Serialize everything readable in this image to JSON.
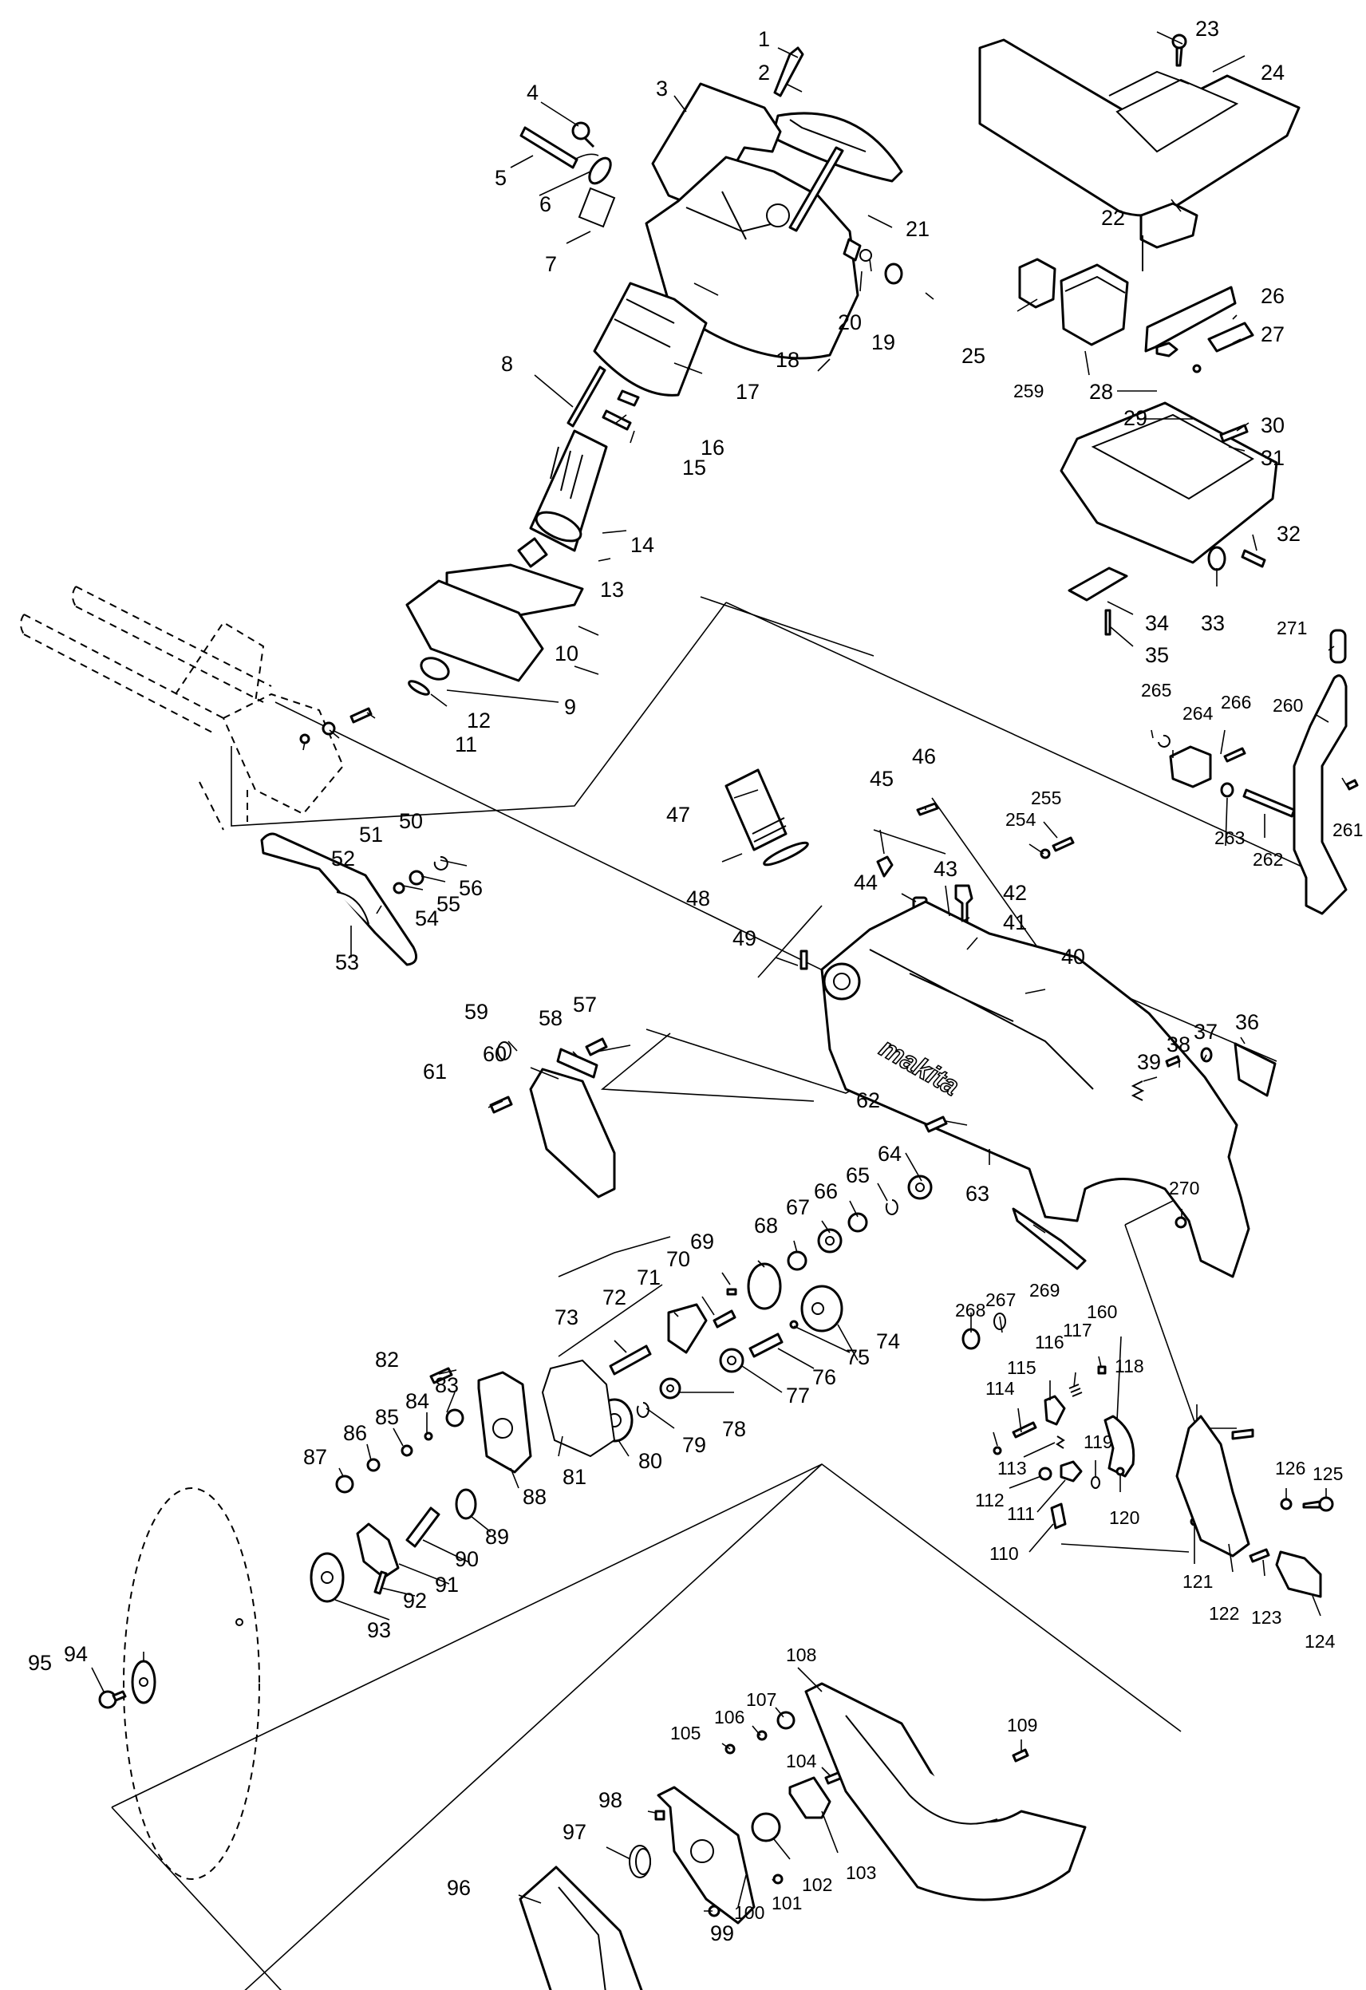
{
  "diagram": {
    "title": "Exploded parts diagram - slide compound miter saw",
    "brand_mark": "makita",
    "background": "#ffffff",
    "line_color": "#000000",
    "parts": [
      "1",
      "2",
      "3",
      "4",
      "5",
      "6",
      "7",
      "8",
      "9",
      "10",
      "11",
      "12",
      "13",
      "14",
      "15",
      "16",
      "17",
      "18",
      "19",
      "20",
      "21",
      "22",
      "23",
      "24",
      "25",
      "26",
      "27",
      "28",
      "29",
      "30",
      "31",
      "32",
      "33",
      "34",
      "35",
      "36",
      "37",
      "38",
      "39",
      "40",
      "41",
      "42",
      "43",
      "44",
      "45",
      "46",
      "47",
      "48",
      "49",
      "50",
      "51",
      "52",
      "53",
      "54",
      "55",
      "56",
      "57",
      "58",
      "59",
      "60",
      "61",
      "62",
      "63",
      "64",
      "65",
      "66",
      "67",
      "68",
      "69",
      "70",
      "71",
      "72",
      "73",
      "74",
      "75",
      "76",
      "77",
      "78",
      "79",
      "80",
      "81",
      "82",
      "83",
      "84",
      "85",
      "86",
      "87",
      "88",
      "89",
      "90",
      "91",
      "92",
      "93",
      "94",
      "95",
      "96",
      "97",
      "98",
      "99",
      "100",
      "101",
      "102",
      "103",
      "104",
      "105",
      "106",
      "107",
      "108",
      "109",
      "110",
      "111",
      "112",
      "113",
      "114",
      "115",
      "116",
      "117",
      "118",
      "119",
      "120",
      "121",
      "122",
      "123",
      "124",
      "125",
      "126",
      "160",
      "254",
      "255",
      "259",
      "260",
      "261",
      "262",
      "263",
      "264",
      "265",
      "266",
      "267",
      "268",
      "269",
      "270",
      "271"
    ],
    "labels": {
      "p1": "1",
      "p2": "2",
      "p3": "3",
      "p4": "4",
      "p5": "5",
      "p6": "6",
      "p7": "7",
      "p8": "8",
      "p9": "9",
      "p10": "10",
      "p11": "11",
      "p12": "12",
      "p13": "13",
      "p14": "14",
      "p15": "15",
      "p16": "16",
      "p17": "17",
      "p18": "18",
      "p19": "19",
      "p20": "20",
      "p21": "21",
      "p22": "22",
      "p23": "23",
      "p24": "24",
      "p25": "25",
      "p26": "26",
      "p27": "27",
      "p28": "28",
      "p29": "29",
      "p30": "30",
      "p31": "31",
      "p32": "32",
      "p33": "33",
      "p34": "34",
      "p35": "35",
      "p36": "36",
      "p37": "37",
      "p38": "38",
      "p39": "39",
      "p40": "40",
      "p41": "41",
      "p42": "42",
      "p43": "43",
      "p44": "44",
      "p45": "45",
      "p46": "46",
      "p47": "47",
      "p48": "48",
      "p49": "49",
      "p50": "50",
      "p51": "51",
      "p52": "52",
      "p53": "53",
      "p54": "54",
      "p55": "55",
      "p56": "56",
      "p57": "57",
      "p58": "58",
      "p59": "59",
      "p60": "60",
      "p61": "61",
      "p62": "62",
      "p63": "63",
      "p64": "64",
      "p65": "65",
      "p66": "66",
      "p67": "67",
      "p68": "68",
      "p69": "69",
      "p70": "70",
      "p71": "71",
      "p72": "72",
      "p73": "73",
      "p74": "74",
      "p75": "75",
      "p76": "76",
      "p77": "77",
      "p78": "78",
      "p79": "79",
      "p80": "80",
      "p81": "81",
      "p82": "82",
      "p83": "83",
      "p84": "84",
      "p85": "85",
      "p86": "86",
      "p87": "87",
      "p88": "88",
      "p89": "89",
      "p90": "90",
      "p91": "91",
      "p92": "92",
      "p93": "93",
      "p94": "94",
      "p95": "95",
      "p96": "96",
      "p97": "97",
      "p98": "98",
      "p99": "99",
      "p100": "100",
      "p101": "101",
      "p102": "102",
      "p103": "103",
      "p104": "104",
      "p105": "105",
      "p106": "106",
      "p107": "107",
      "p108": "108",
      "p109": "109",
      "p110": "110",
      "p111": "111",
      "p112": "112",
      "p113": "113",
      "p114": "114",
      "p115": "115",
      "p116": "116",
      "p117": "117",
      "p118": "118",
      "p119": "119",
      "p120": "120",
      "p121": "121",
      "p122": "122",
      "p123": "123",
      "p124": "124",
      "p125": "125",
      "p126": "126",
      "p160": "160",
      "p254": "254",
      "p255": "255",
      "p259": "259",
      "p260": "260",
      "p261": "261",
      "p262": "262",
      "p263": "263",
      "p264": "264",
      "p265": "265",
      "p266": "266",
      "p267": "267",
      "p268": "268",
      "p269": "269",
      "p270": "270",
      "p271": "271"
    }
  }
}
